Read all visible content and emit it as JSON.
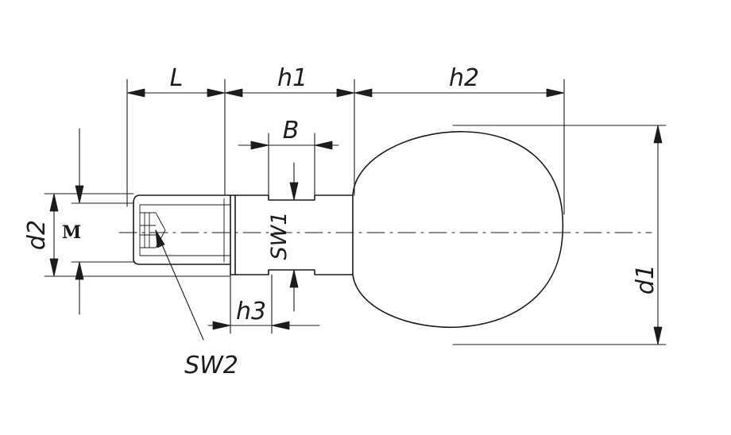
{
  "labels": {
    "L": "L",
    "h1": "h1",
    "h2": "h2",
    "B": "B",
    "d2": "d2",
    "M": "M",
    "SW1": "SW1",
    "d1": "d1",
    "h3": "h3",
    "SW2": "SW2"
  }
}
